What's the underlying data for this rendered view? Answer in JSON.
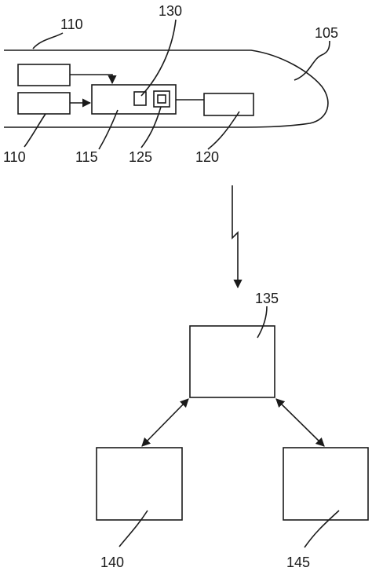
{
  "figure": {
    "vehicle": {
      "ref": "105"
    },
    "components": [
      {
        "key": "sensor_top",
        "ref": "110"
      },
      {
        "key": "sensor_bottom",
        "ref": "110"
      },
      {
        "key": "controller",
        "ref": "115"
      },
      {
        "key": "comm_module",
        "ref": "120"
      },
      {
        "key": "sub_unit_a",
        "ref": "125"
      },
      {
        "key": "sub_unit_b",
        "ref": "130"
      }
    ],
    "remote": [
      {
        "key": "server",
        "ref": "135"
      },
      {
        "key": "device_left",
        "ref": "140"
      },
      {
        "key": "device_right",
        "ref": "145"
      }
    ]
  }
}
